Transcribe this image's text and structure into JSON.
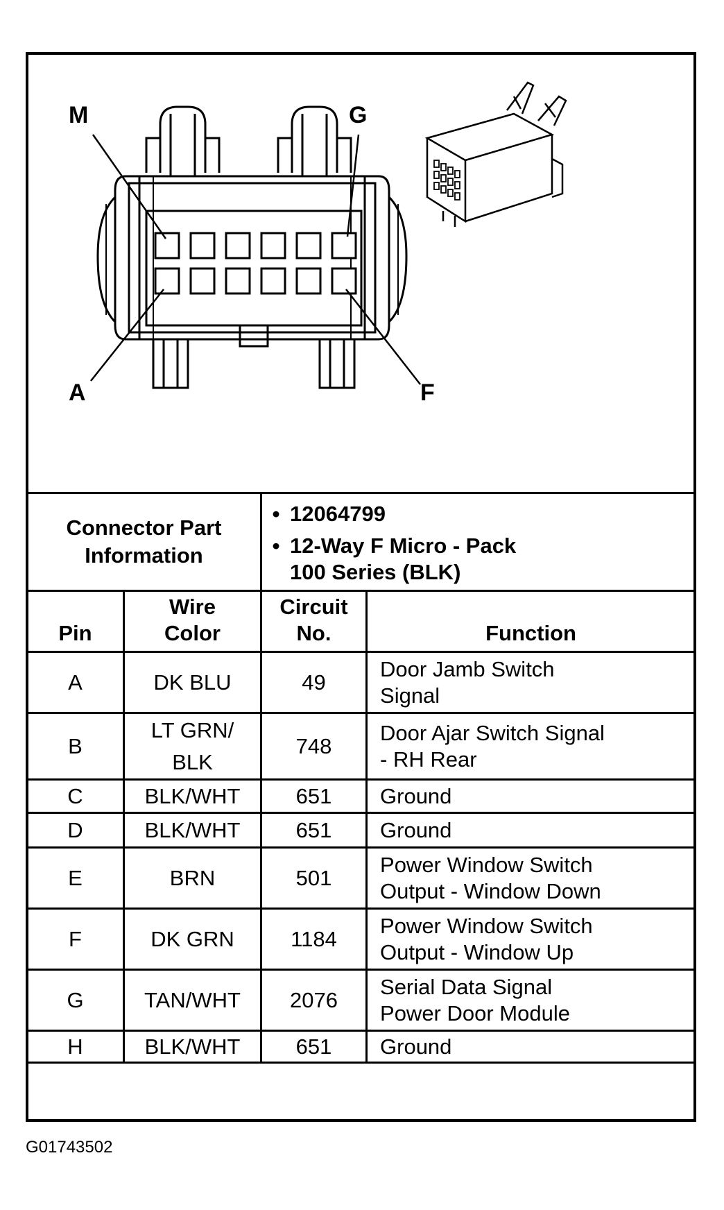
{
  "diagram": {
    "labels": {
      "top_left": "M",
      "top_right": "G",
      "bottom_left": "A",
      "bottom_right": "F"
    }
  },
  "connector": {
    "label_line1": "Connector Part",
    "label_line2": "Information",
    "bullet": "•",
    "part_number": "12064799",
    "description_line1": "12-Way F Micro - Pack",
    "description_line2": "100 Series (BLK)"
  },
  "table": {
    "headers": {
      "pin": "Pin",
      "wire_line1": "Wire",
      "wire_line2": "Color",
      "circuit_line1": "Circuit",
      "circuit_line2": "No.",
      "function": "Function"
    },
    "rows": [
      {
        "pin": "A",
        "wire": [
          "DK BLU"
        ],
        "circuit": "49",
        "function": [
          "Door Jamb Switch",
          "Signal"
        ]
      },
      {
        "pin": "B",
        "wire": [
          "LT GRN/",
          "BLK"
        ],
        "circuit": "748",
        "function": [
          "Door Ajar Switch Signal",
          "- RH Rear"
        ]
      },
      {
        "pin": "C",
        "wire": [
          "BLK/WHT"
        ],
        "circuit": "651",
        "function": [
          "Ground"
        ]
      },
      {
        "pin": "D",
        "wire": [
          "BLK/WHT"
        ],
        "circuit": "651",
        "function": [
          "Ground"
        ]
      },
      {
        "pin": "E",
        "wire": [
          "BRN"
        ],
        "circuit": "501",
        "function": [
          "Power Window Switch",
          "Output - Window Down"
        ]
      },
      {
        "pin": "F",
        "wire": [
          "DK GRN"
        ],
        "circuit": "1184",
        "function": [
          "Power Window Switch",
          "Output - Window Up"
        ]
      },
      {
        "pin": "G",
        "wire": [
          "TAN/WHT"
        ],
        "circuit": "2076",
        "function": [
          "Serial Data Signal",
          "Power Door Module"
        ]
      },
      {
        "pin": "H",
        "wire": [
          "BLK/WHT"
        ],
        "circuit": "651",
        "function": [
          "Ground"
        ]
      }
    ]
  },
  "figure_code": "G01743502"
}
